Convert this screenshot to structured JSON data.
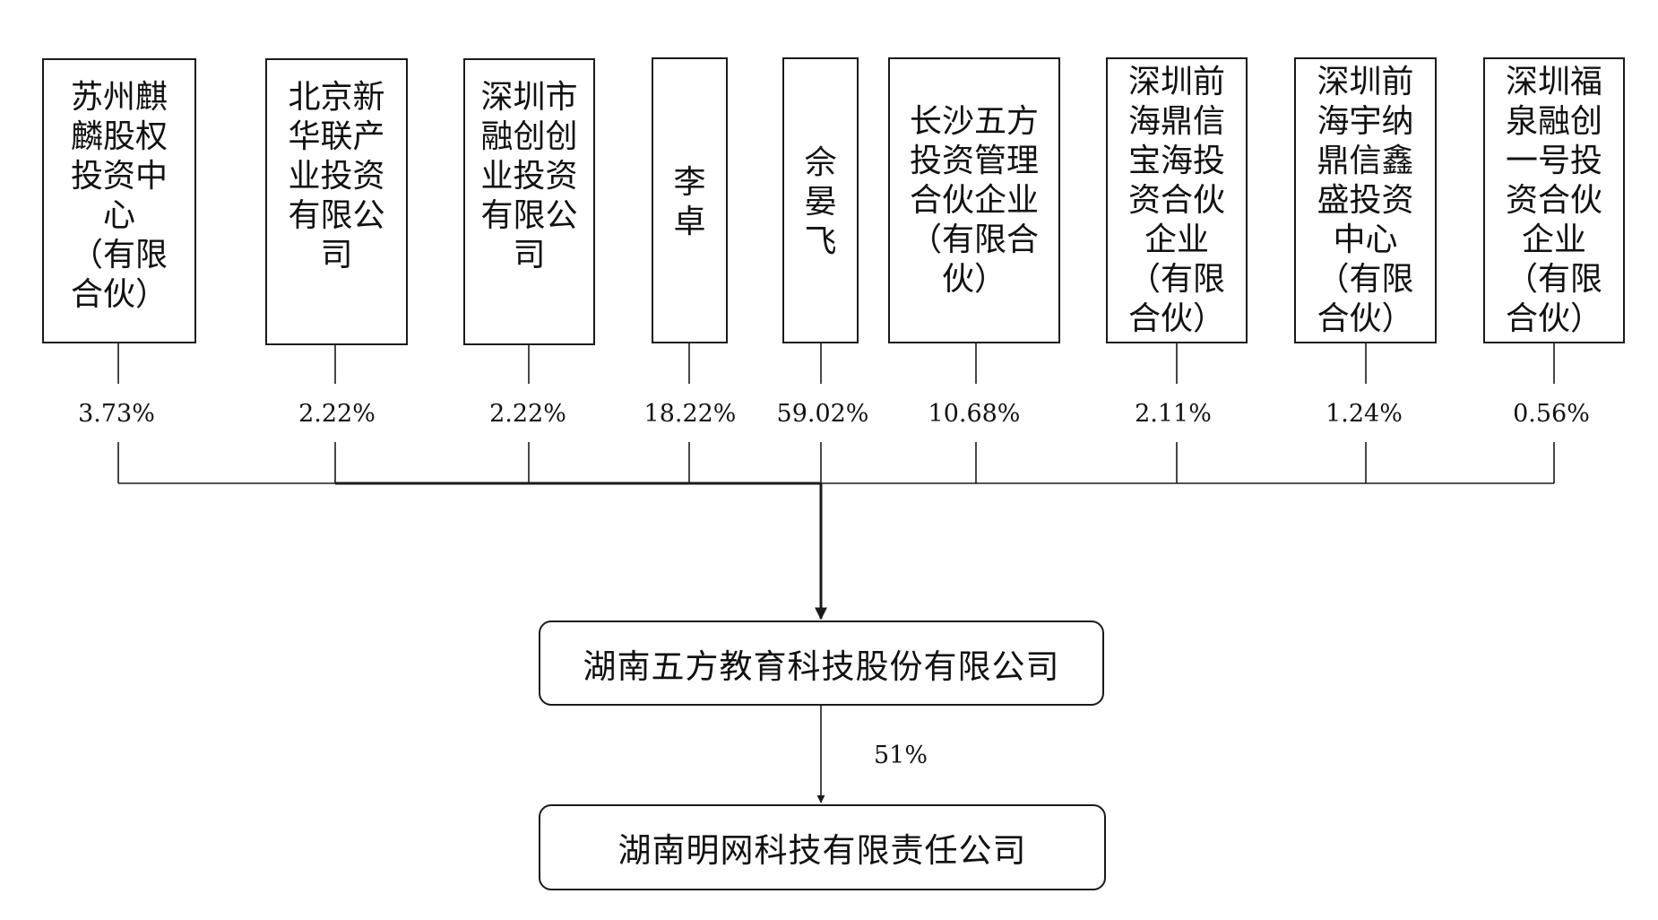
{
  "shareholders": [
    {
      "name": "苏州麒\n麟股权\n投资中\n心\n（有限\n合伙）",
      "percent": "3.73%"
    },
    {
      "name": "北京新\n华联产\n业投资\n有限公\n司",
      "percent": "2.22%"
    },
    {
      "name": "深圳市\n融创创\n业投资\n有限公\n司",
      "percent": "2.22%"
    },
    {
      "name": "李\n卓",
      "percent": "18.22%"
    },
    {
      "name": "佘\n晏\n飞",
      "percent": "59.02%"
    },
    {
      "name": "长沙五方\n投资管理\n合伙企业\n（有限合\n伙）",
      "percent": "10.68%"
    },
    {
      "name": "深圳前\n海鼎信\n宝海投\n资合伙\n企业\n（有限\n合伙）",
      "percent": "2.11%"
    },
    {
      "name": "深圳前\n海宇纳\n鼎信鑫\n盛投资\n中心\n（有限\n合伙）",
      "percent": "1.24%"
    },
    {
      "name": "深圳福\n泉融创\n一号投\n资合伙\n企业\n（有限\n合伙）",
      "percent": "0.56%"
    }
  ],
  "parent_company": "湖南五方教育科技股份有限公司",
  "subsidiary_stake": "51%",
  "subsidiary_company": "湖南明网科技有限责任公司"
}
